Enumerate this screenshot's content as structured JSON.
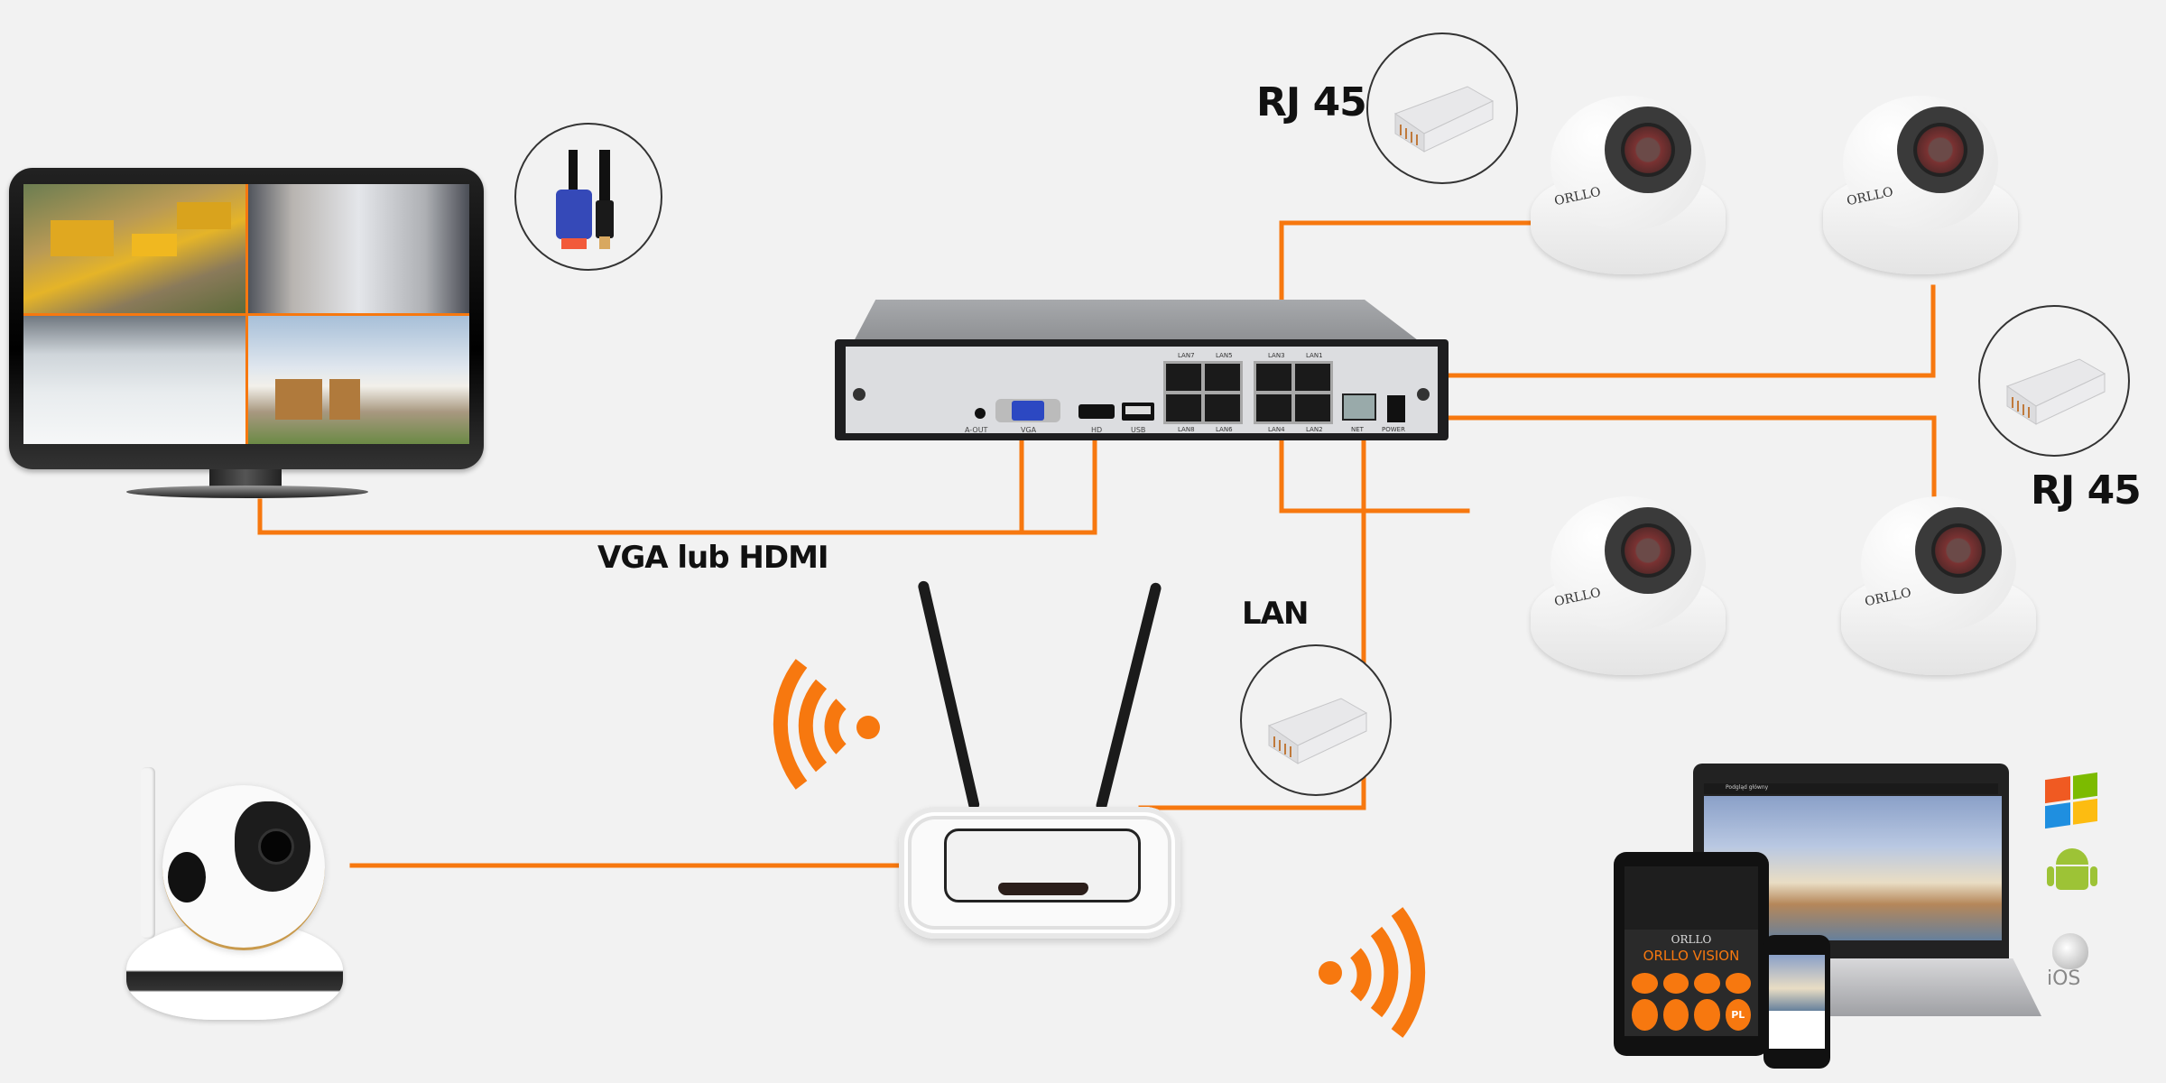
{
  "labels": {
    "rj45_top": "RJ 45",
    "rj45_right": "RJ 45",
    "vga_hdmi": "VGA lub HDMI",
    "lan": "LAN"
  },
  "nvr": {
    "ports_top": [
      "LAN7",
      "LAN5",
      "LAN3",
      "LAN1"
    ],
    "ports_bottom": [
      "LAN8",
      "LAN6",
      "LAN4",
      "LAN2"
    ],
    "rear_labels": [
      "A-OUT",
      "VGA",
      "HD",
      "USB",
      "NET",
      "POWER"
    ]
  },
  "cameras": {
    "brand": "ORLLO",
    "count": 4
  },
  "monitor": {
    "feeds": [
      "construction-site",
      "warehouse",
      "factory-floor",
      "house-garage"
    ]
  },
  "devices": {
    "tablet_brand": "ORLLO",
    "tablet_app": "ORLLO VISION",
    "tablet_button_pl": "PL",
    "laptop_app_tab": "Podgląd główny"
  },
  "platforms": [
    "Windows",
    "Android",
    "iOS"
  ],
  "platform_ios_label": "iOS",
  "colors": {
    "cable": "#f7780f",
    "background": "#f2f2f2"
  }
}
